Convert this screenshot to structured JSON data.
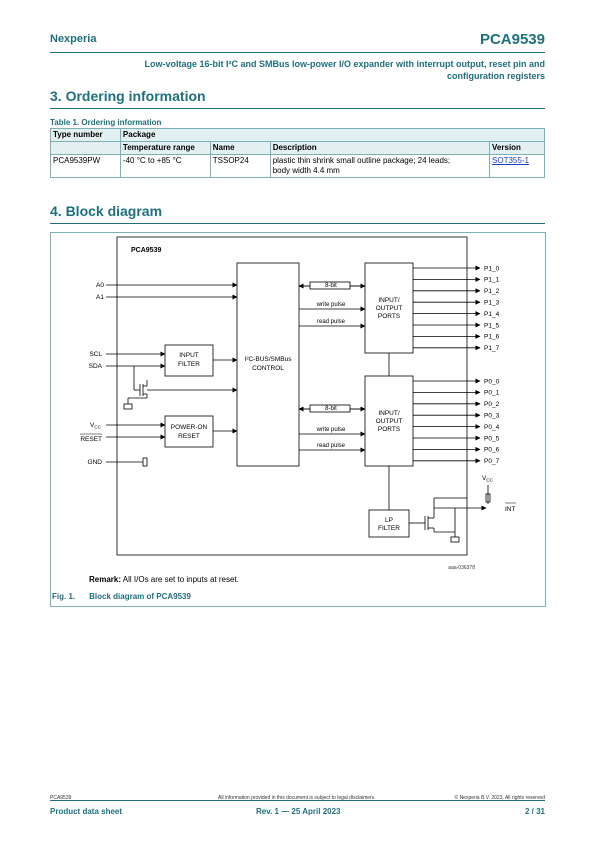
{
  "header": {
    "brand": "Nexperia",
    "part_number": "PCA9539",
    "subtitle_line1": "Low-voltage 16-bit I²C and SMBus low-power I/O expander with interrupt output, reset pin and",
    "subtitle_line2": "configuration registers"
  },
  "sections": {
    "ordering": "3.  Ordering information",
    "block": "4.  Block diagram"
  },
  "table": {
    "caption": "Table 1. Ordering information",
    "headers": {
      "type_number": "Type number",
      "package": "Package",
      "temperature_range": "Temperature range",
      "name": "Name",
      "description": "Description",
      "version": "Version"
    },
    "row": {
      "type_number": "PCA9539PW",
      "temperature_range": "-40 °C to +85 °C",
      "name": "TSSOP24",
      "description_line1": "plastic thin shrink small outline package; 24 leads;",
      "description_line2": "body width 4.4 mm",
      "version": "SOT355-1"
    }
  },
  "diagram": {
    "chip_label": "PCA9539",
    "inputs": {
      "a0": "A0",
      "a1": "A1",
      "scl": "SCL",
      "sda": "SDA",
      "vcc": "V",
      "vcc_sub": "CC",
      "reset": "RESET",
      "gnd": "GND"
    },
    "blocks": {
      "input_filter_1": "INPUT",
      "input_filter_2": "FILTER",
      "por_1": "POWER-ON",
      "por_2": "RESET",
      "ctrl_1": "I²C-BUS/SMBus",
      "ctrl_2": "CONTROL",
      "io_1": "INPUT/",
      "io_2": "OUTPUT",
      "io_3": "PORTS",
      "lp_1": "LP",
      "lp_2": "FILTER"
    },
    "signals": {
      "eight_bit": "8-bit",
      "write_pulse": "write pulse",
      "read_pulse": "read pulse"
    },
    "p1_pins": [
      "P1_0",
      "P1_1",
      "P1_2",
      "P1_3",
      "P1_4",
      "P1_5",
      "P1_6",
      "P1_7"
    ],
    "p0_pins": [
      "P0_0",
      "P0_1",
      "P0_2",
      "P0_3",
      "P0_4",
      "P0_5",
      "P0_6",
      "P0_7"
    ],
    "vcc_right": "V",
    "vcc_right_sub": "CC",
    "int_label": "INT",
    "figure_id": "aaa-036378"
  },
  "remark": {
    "label": "Remark:",
    "text": " All I/Os are set to inputs at reset."
  },
  "figure": {
    "number": "Fig. 1.",
    "title": "Block diagram of PCA9539"
  },
  "footer": {
    "doc": "PCA9539",
    "disclaimer": "All information provided in this document is subject to legal disclaimers.",
    "copyright": "© Nexperia B.V. 2023. All rights reserved",
    "doc_type": "Product data sheet",
    "revision": "Rev. 1 — 25 April 2023",
    "page": "2 / 31"
  }
}
